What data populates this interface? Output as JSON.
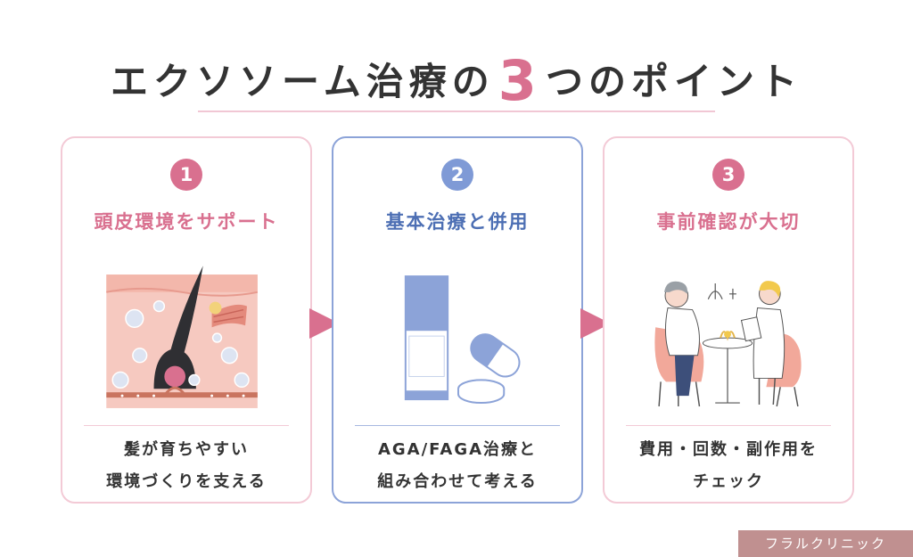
{
  "title": {
    "before": "エクソソーム治療の",
    "number": "3",
    "after": "つのポイント"
  },
  "cards": [
    {
      "number": "1",
      "title": "頭皮環境をサポート",
      "desc": [
        "髪が育ちやすい",
        "環境づくりを支える"
      ]
    },
    {
      "number": "2",
      "title": "基本治療と併用",
      "desc": [
        "AGA/FAGA治療と",
        "組み合わせて考える"
      ]
    },
    {
      "number": "3",
      "title": "事前確認が大切",
      "desc": [
        "費用・回数・副作用を",
        "チェック"
      ]
    }
  ],
  "footer": {
    "clinic": "フラルクリニック"
  },
  "colors": {
    "pink": "#d9708f",
    "blue": "#7f9ad6",
    "blue_text": "#4d6fb4",
    "pink_border": "#f3cad6",
    "blue_border": "#8ca3d8"
  }
}
